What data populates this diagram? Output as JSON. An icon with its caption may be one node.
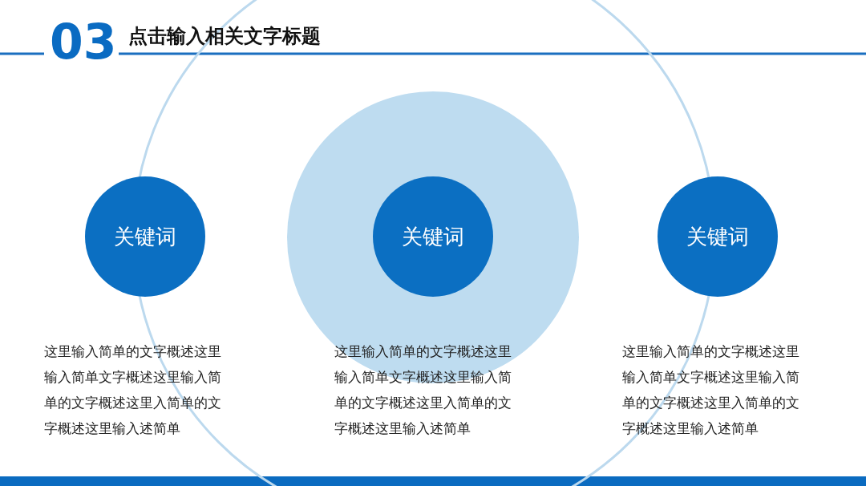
{
  "diagram": {
    "title": "点击输入相关文字标题",
    "nodes": [
      {
        "text": [],
        "shape": "circle"
      },
      {
        "text": [],
        "shape": "circle",
        "in": 0
      },
      {
        "text": [
          "关键词"
        ],
        "beside": [
          "这里输入简单的文字概述这里输入简单文字概述这里输入简单的文字概述这里入简单的文字概述这里输入述简单"
        ]
      },
      {
        "text": [
          "关键词"
        ],
        "in": 1,
        "beside": [
          "这里输入简单的文字概述这里输入简单文字概述这里输入简单的文字概述这里入简单的文字概述这里输入述简单"
        ]
      },
      {
        "text": [
          "关键词"
        ],
        "beside": [
          "这里输入简单的文字概述这里输入简单文字概述这里输入简单的文字概述这里入简单的文字概述这里输入述简单"
        ]
      }
    ],
    "labels": [
      "03"
    ]
  }
}
